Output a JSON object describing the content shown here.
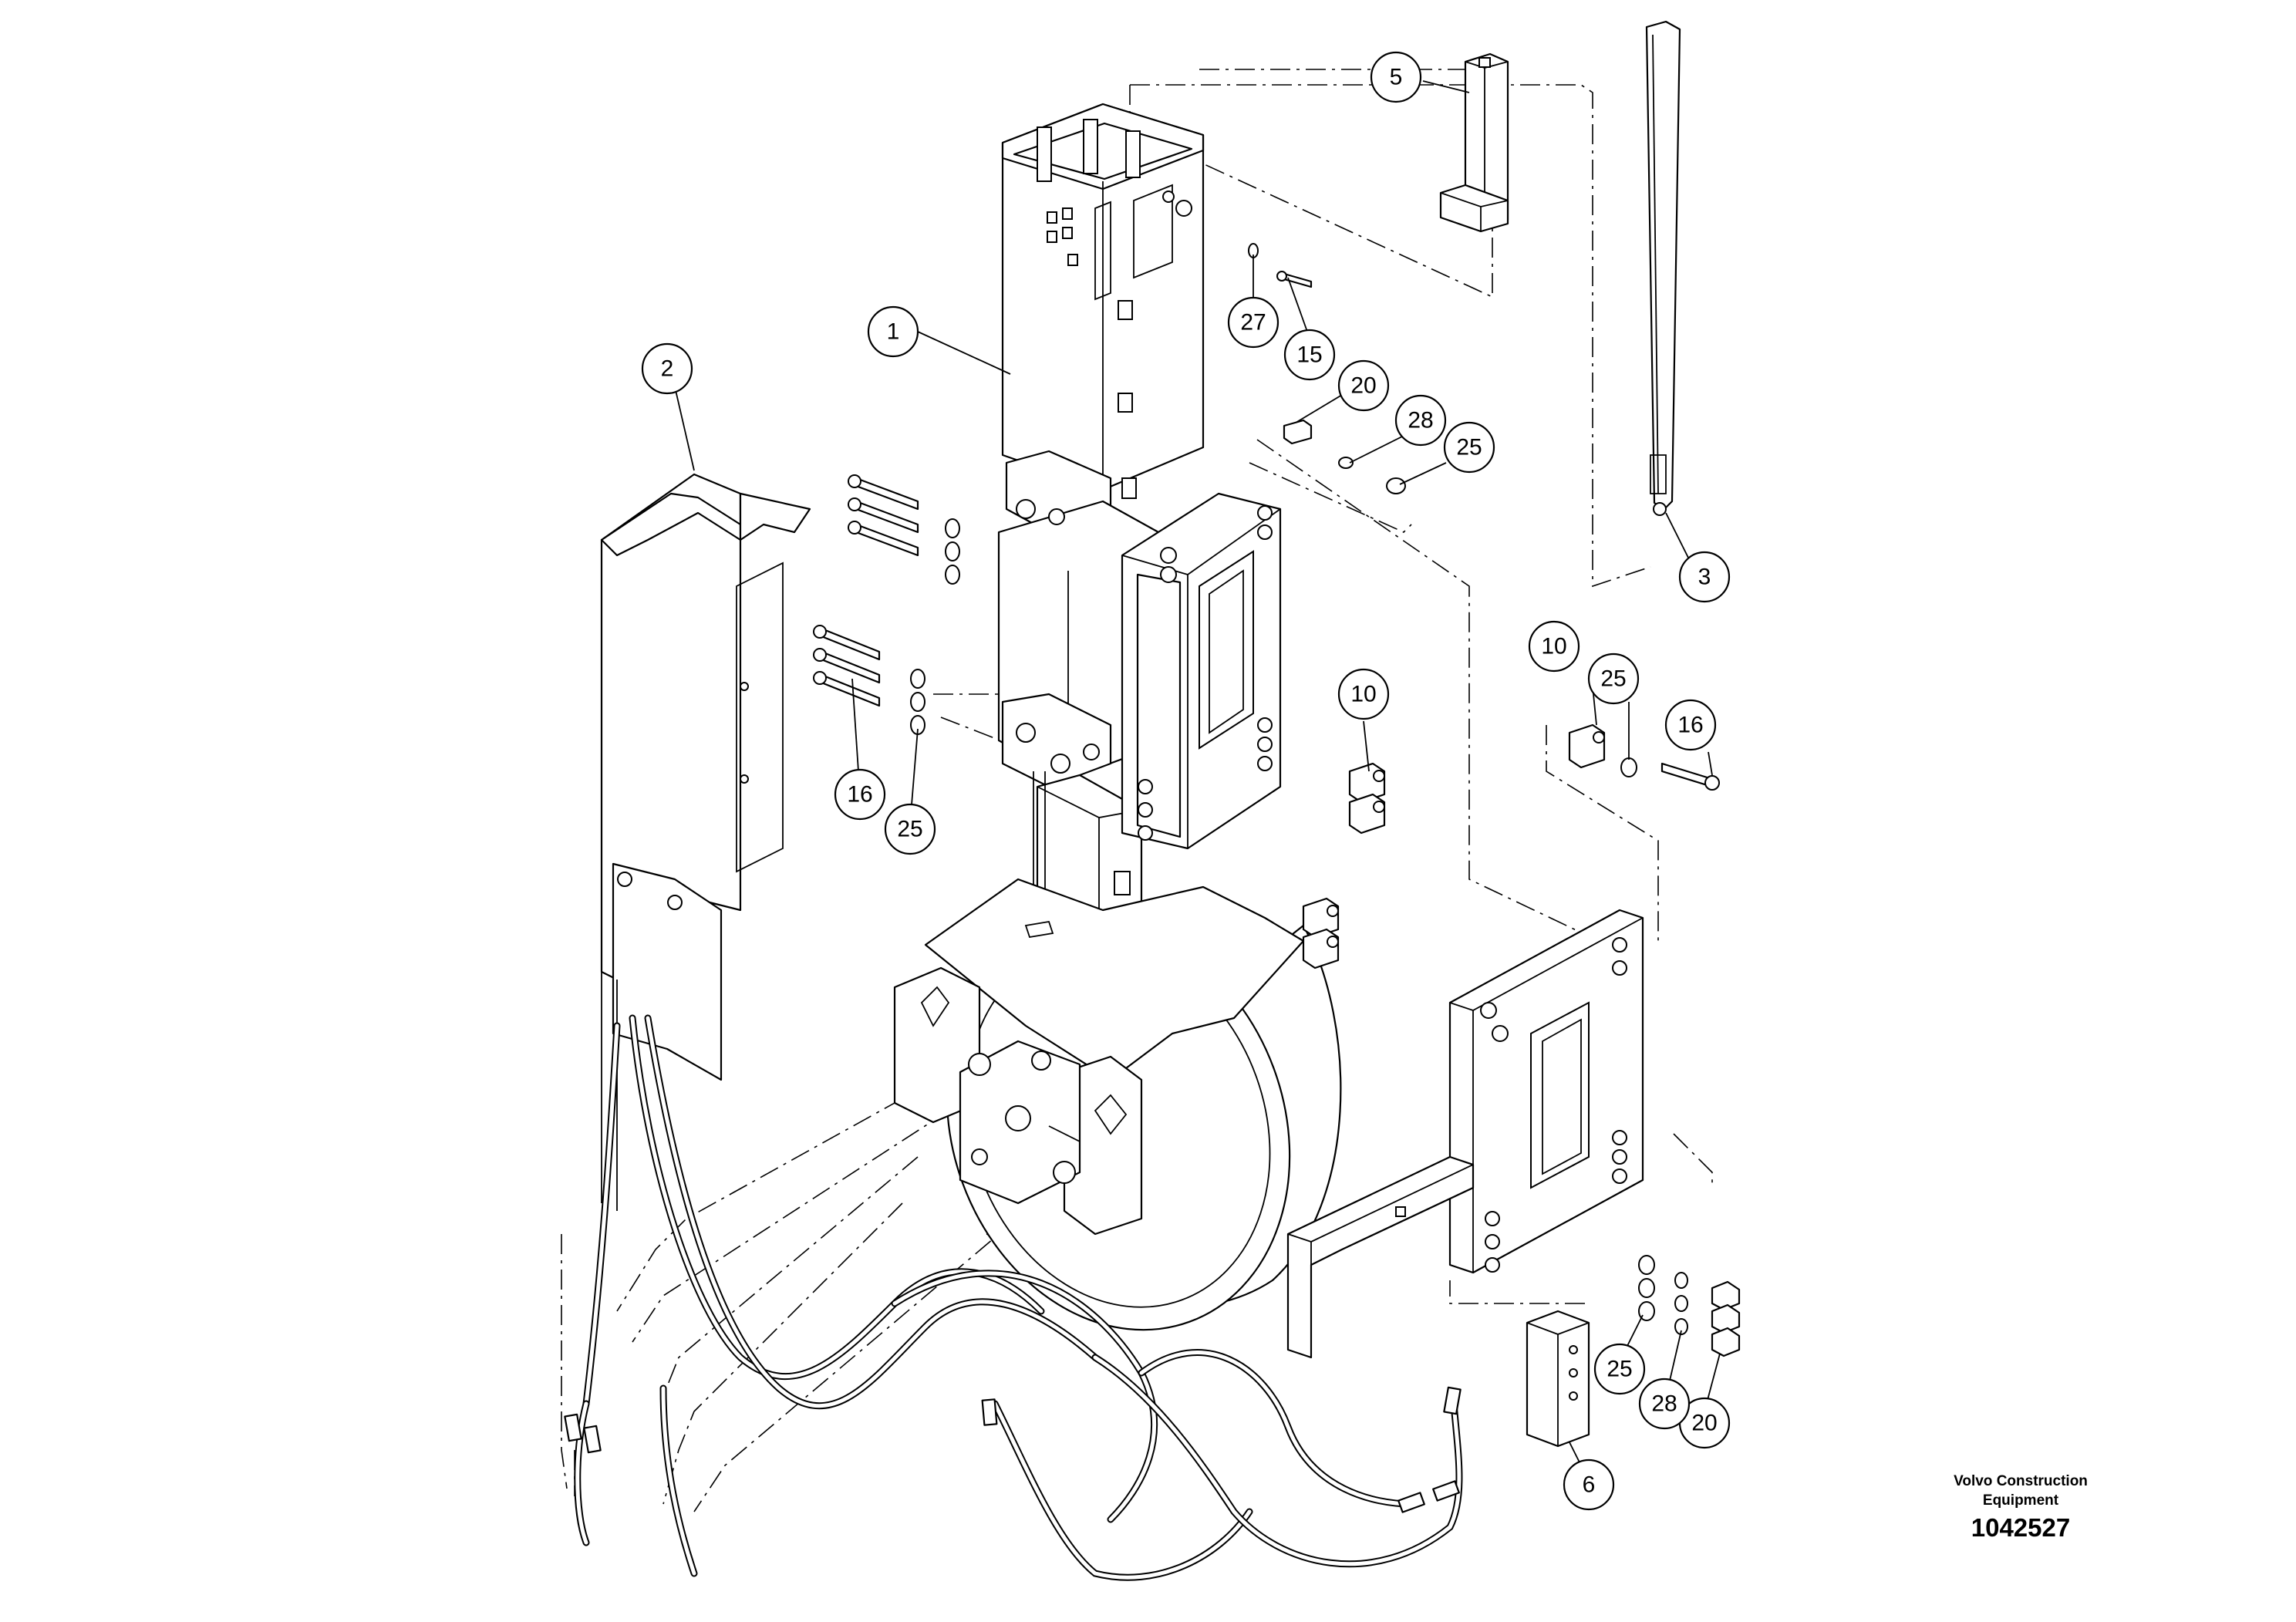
{
  "diagram": {
    "callouts": [
      "1",
      "2",
      "3",
      "5",
      "6",
      "10",
      "10",
      "15",
      "16",
      "16",
      "20",
      "20",
      "25",
      "25",
      "25",
      "25",
      "27",
      "28",
      "28"
    ]
  },
  "footer": {
    "brand_line1": "Volvo Construction",
    "brand_line2": "Equipment",
    "drawing_number": "1042527"
  },
  "colors": {
    "line": "#000000",
    "background": "#ffffff"
  }
}
